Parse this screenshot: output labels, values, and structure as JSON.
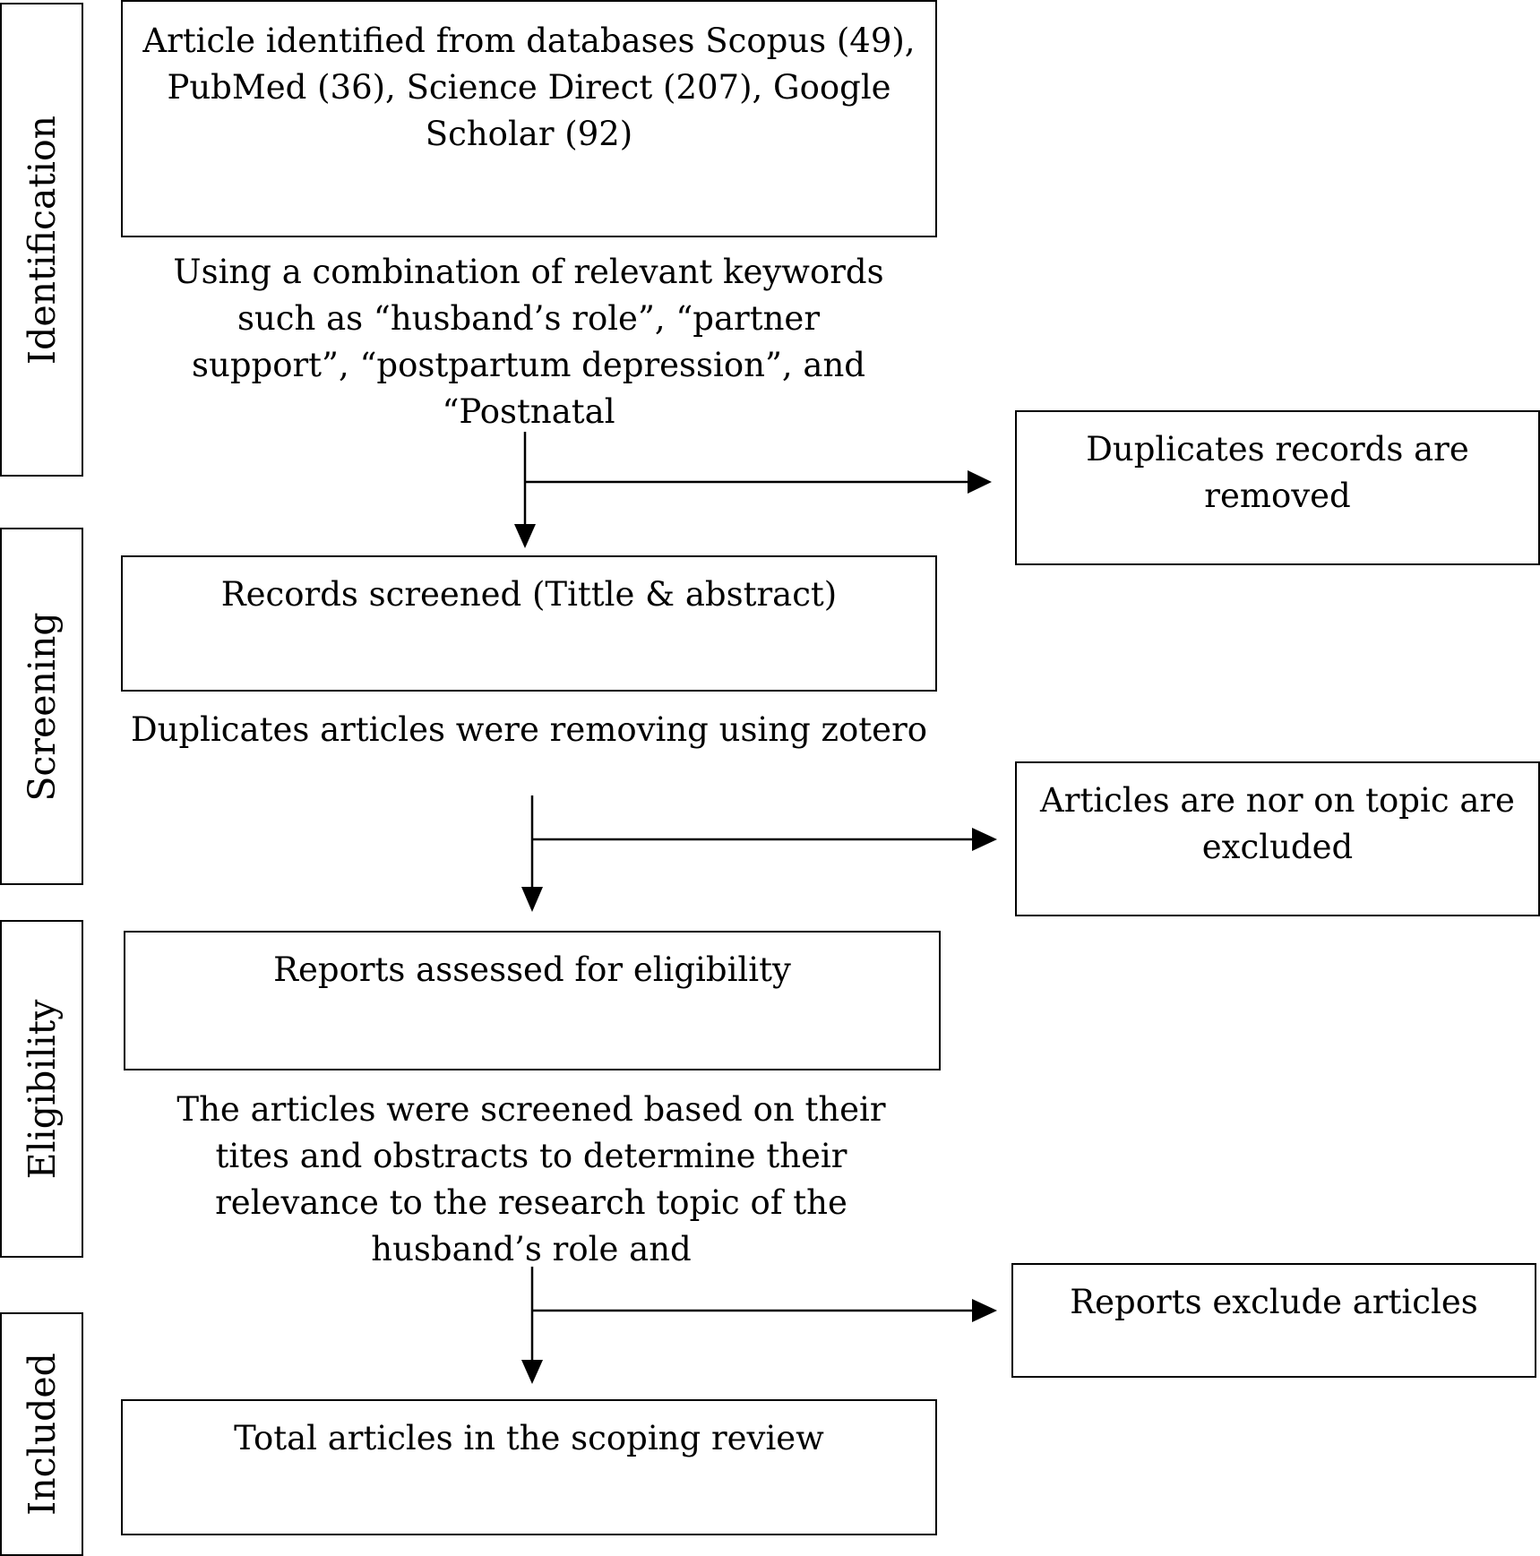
{
  "stages": {
    "identification": "Identification",
    "screening": "Screening",
    "eligibility": "Eligibility",
    "included": "Included"
  },
  "boxes": {
    "identified": "Article identified from databases Scopus (49), PubMed (36), Science Direct (207), Google Scholar (92)",
    "screened": "Records screened (Tittle & abstract)",
    "assessed": "Reports assessed for eligibility",
    "total": "Total articles in the scoping review",
    "duplicates_removed": "Duplicates records are removed",
    "off_topic_excluded": "Articles are nor on topic are excluded",
    "reports_excluded": "Reports exclude articles"
  },
  "notes": {
    "keywords": "Using a combination of relevant keywords such as “husband’s role”, “partner support”, “postpartum depression”, and “Postnatal",
    "zotero": "Duplicates articles were removing using zotero",
    "relevance": "The articles were screened based on their tites and obstracts to determine their relevance to the research topic of the husband’s role and"
  }
}
